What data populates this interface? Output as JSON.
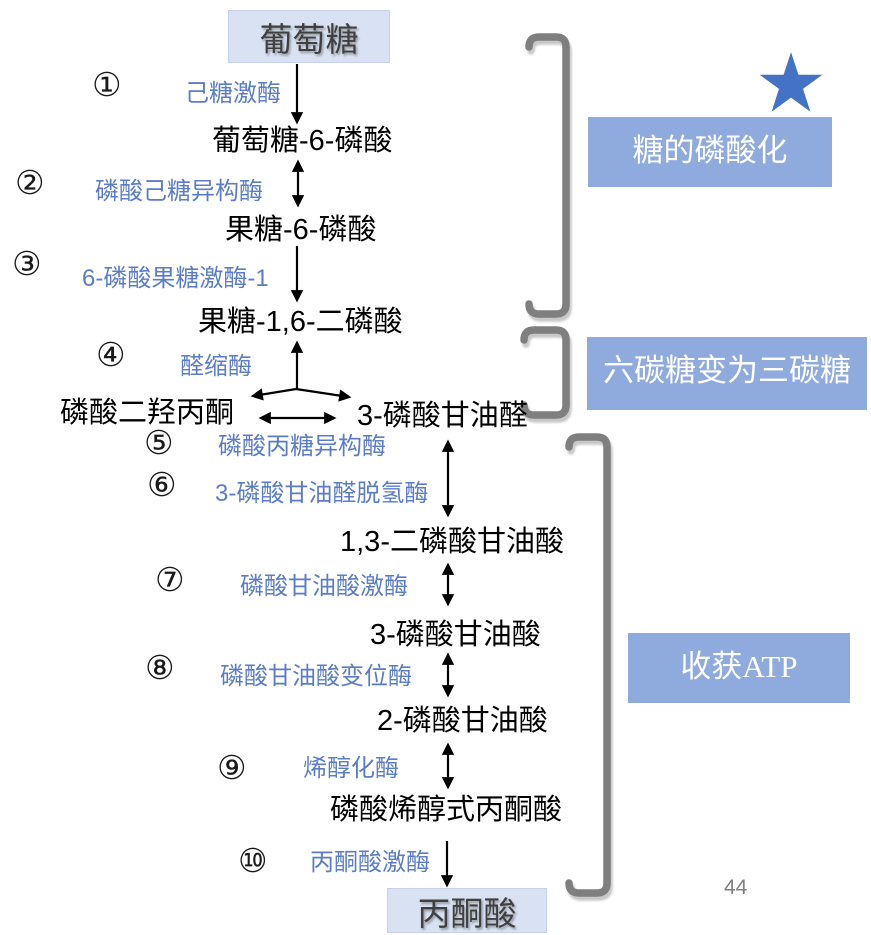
{
  "colors": {
    "canvas_bg": "#ffffff",
    "metabolite_box_bg": "#d9e2f3",
    "metabolite_box_border": "#c5d1e8",
    "box_label_text": "#404040",
    "stage_box_bg": "#8faadc",
    "stage_text": "#ffffff",
    "metabolite_text": "#000000",
    "enzyme_text": "#5b7dc8",
    "step_number_text": "#1a1a1a",
    "arrow": "#000000",
    "bracket": "#7f7f7f",
    "star": "#4472c4",
    "page_number_text": "#808080"
  },
  "pathway": {
    "source": {
      "label": "葡萄糖"
    },
    "product": {
      "label": "丙酮酸"
    },
    "metabolites": [
      {
        "label": "葡萄糖-6-磷酸"
      },
      {
        "label": "果糖-6-磷酸"
      },
      {
        "label": "果糖-1,6-二磷酸"
      },
      {
        "label": "磷酸二羟丙酮"
      },
      {
        "label": "3-磷酸甘油醛"
      },
      {
        "label": "1,3-二磷酸甘油酸"
      },
      {
        "label": "3-磷酸甘油酸"
      },
      {
        "label": "2-磷酸甘油酸"
      },
      {
        "label": "磷酸烯醇式丙酮酸"
      }
    ],
    "steps": [
      {
        "num": "①",
        "enzyme": "己糖激酶"
      },
      {
        "num": "②",
        "enzyme": "磷酸己糖异构酶"
      },
      {
        "num": "③",
        "enzyme": "6-磷酸果糖激酶-1"
      },
      {
        "num": "④",
        "enzyme": "醛缩酶"
      },
      {
        "num": "⑤",
        "enzyme": "磷酸丙糖异构酶"
      },
      {
        "num": "⑥",
        "enzyme": "3-磷酸甘油醛脱氢酶"
      },
      {
        "num": "⑦",
        "enzyme": "磷酸甘油酸激酶"
      },
      {
        "num": "⑧",
        "enzyme": "磷酸甘油酸变位酶"
      },
      {
        "num": "⑨",
        "enzyme": "烯醇化酶"
      },
      {
        "num": "⑩",
        "enzyme": "丙酮酸激酶"
      }
    ]
  },
  "stage_labels": [
    {
      "label": "糖的磷酸化"
    },
    {
      "label": "六碳糖变为三碳糖"
    },
    {
      "label": "收获ATP"
    }
  ],
  "icons": {
    "star": "star-highlight"
  },
  "page_number": "44"
}
